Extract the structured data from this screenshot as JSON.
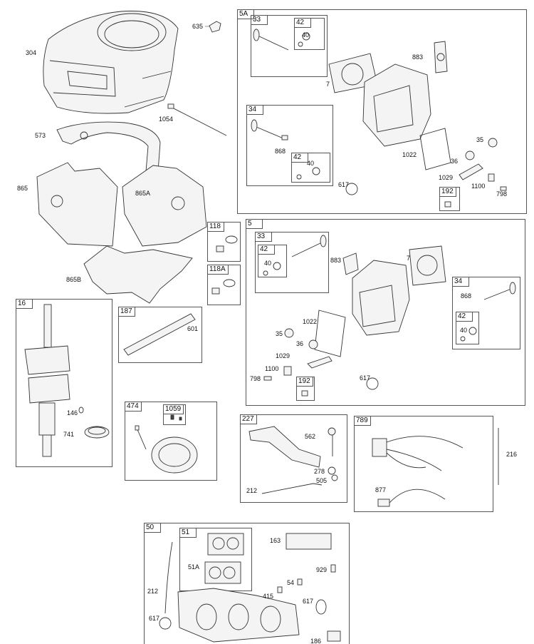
{
  "labels": {
    "l304": "304",
    "l635": "635",
    "l1054": "1054",
    "l573": "573",
    "l865": "865",
    "l865A": "865A",
    "l865B": "865B",
    "l118": "118",
    "l118A": "118A",
    "l16": "16",
    "l146": "146",
    "l741": "741",
    "l187": "187",
    "l601": "601",
    "l474": "474",
    "l1059": "1059",
    "l5A": "5A",
    "l5A_33": "33",
    "l5A_42a": "42",
    "l5A_40a": "40",
    "l5A_883": "883",
    "l5A_7": "7",
    "l5A_34": "34",
    "l5A_868": "868",
    "l5A_42b": "42",
    "l5A_40b": "40",
    "l5A_1022": "1022",
    "l5A_35": "35",
    "l5A_36": "36",
    "l5A_1029": "1029",
    "l5A_617": "617",
    "l5A_1100": "1100",
    "l5A_798": "798",
    "l5A_192": "192",
    "l5": "5",
    "l5_33": "33",
    "l5_42a": "42",
    "l5_40a": "40",
    "l5_883": "883",
    "l5_7": "7",
    "l5_34": "34",
    "l5_868": "868",
    "l5_42b": "42",
    "l5_40b": "40",
    "l5_1022": "1022",
    "l5_35": "35",
    "l5_36": "36",
    "l5_1029": "1029",
    "l5_1100": "1100",
    "l5_798": "798",
    "l5_617": "617",
    "l5_192": "192",
    "l227": "227",
    "l562": "562",
    "l278": "278",
    "l505": "505",
    "l212a": "212",
    "l789": "789",
    "l877": "877",
    "l216": "216",
    "l50": "50",
    "l51": "51",
    "l51A": "51A",
    "l163": "163",
    "l929": "929",
    "l54": "54",
    "l415": "415",
    "l212b": "212",
    "l617b": "617",
    "l617c": "617",
    "l186": "186"
  }
}
